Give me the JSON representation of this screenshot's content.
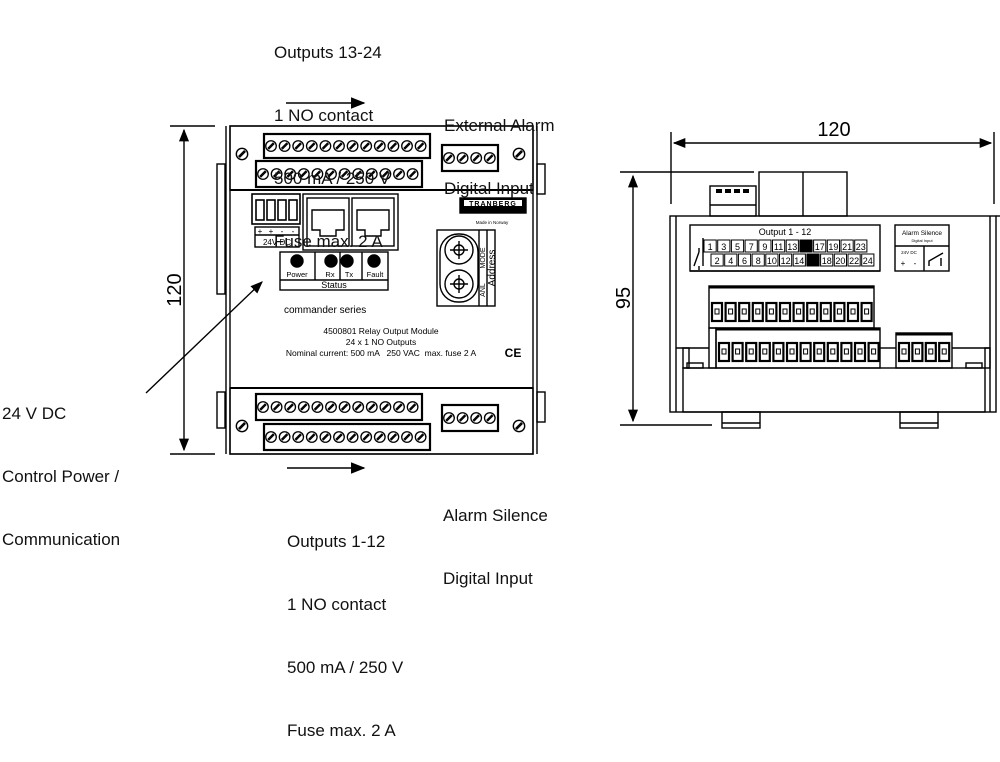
{
  "callouts": {
    "top_outputs": {
      "line1": "Outputs 13-24",
      "line2": "1 NO contact",
      "line3": "500 mA / 250 V",
      "line4": "Fuse max. 2 A"
    },
    "external_alarm": {
      "line1": "External Alarm",
      "line2": "Digital Input"
    },
    "power_comm": {
      "line1": "24 V DC",
      "line2": "Control Power /",
      "line3": "Communication"
    },
    "alarm_silence": {
      "line1": "Alarm Silence",
      "line2": "Digital Input"
    },
    "bottom_outputs": {
      "line1": "Outputs 1-12",
      "line2": "1 NO contact",
      "line3": "500 mA / 250 V",
      "line4": "Fuse max. 2 A"
    }
  },
  "front_view": {
    "dimension_height": "120",
    "power_terminal_signs": [
      "+",
      "+",
      "-",
      "-"
    ],
    "power_label": "24V DC",
    "status_leds": [
      "Power",
      "Rx",
      "Tx",
      "Fault"
    ],
    "status_label": "Status",
    "brand": "TRANBERG",
    "made_in": "Made in Norway",
    "switch_labels": {
      "mode": "MODE",
      "anl": "ANL",
      "address": "Address"
    },
    "series": "commander series",
    "product_line1": "4500801 Relay Output Module",
    "product_line2": "24 x 1 NO Outputs",
    "product_line3": "Nominal current: 500 mA   250 VAC  max. fuse 2 A",
    "ce_mark": "CE",
    "top_terminal_count": 12,
    "bottom_terminal_count": 12,
    "aux_terminal_count": 4
  },
  "side_view": {
    "dimension_width": "120",
    "dimension_height": "95",
    "output_title": "Output 1 - 12",
    "odd_terminals": [
      "1",
      "3",
      "5",
      "7",
      "9",
      "11",
      "13",
      "15",
      "17",
      "19",
      "21",
      "23"
    ],
    "even_terminals": [
      "2",
      "4",
      "6",
      "8",
      "10",
      "12",
      "14",
      "16",
      "18",
      "20",
      "22",
      "24"
    ],
    "highlighted_terminals": [
      "15",
      "16"
    ],
    "alarm_title": "Alarm Silence",
    "alarm_subtitle": "Digital Input",
    "alarm_power": "24V DC",
    "alarm_signs": [
      "+",
      "-"
    ]
  }
}
